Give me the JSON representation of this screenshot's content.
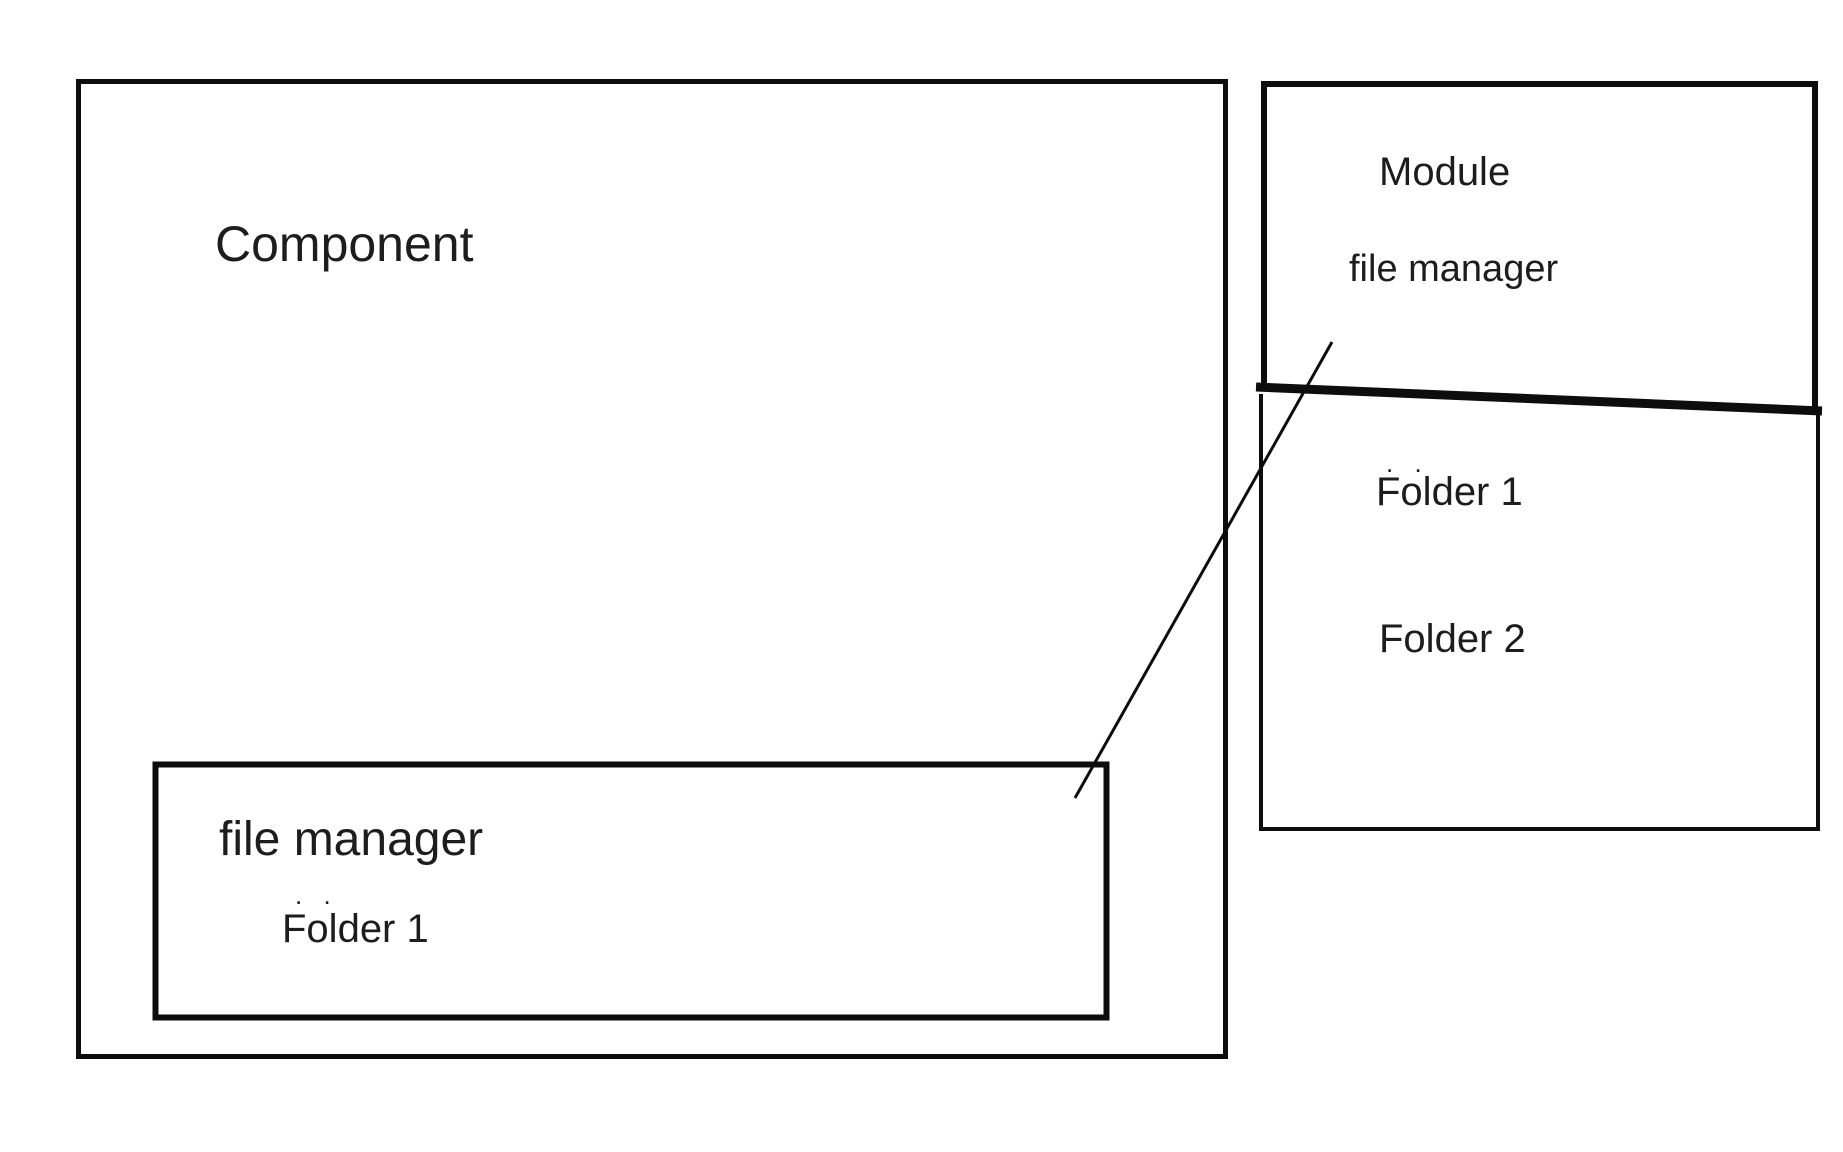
{
  "diagram": {
    "component_box": {
      "title": "Component",
      "file_manager_box": {
        "title": "file manager",
        "dots": ". .",
        "items": [
          {
            "label": "Folder 1"
          }
        ]
      }
    },
    "module_box": {
      "title": "Module",
      "subtitle": "file manager"
    },
    "folders_box": {
      "dots": ". .",
      "items": [
        {
          "label": "Folder 1"
        },
        {
          "label": "Folder 2"
        }
      ]
    },
    "connector": {
      "from": "module-box",
      "to": "file-manager-box"
    },
    "colors": {
      "stroke": "#0d0d0d",
      "text": "#1d1d1d",
      "background": "#ffffff"
    }
  }
}
